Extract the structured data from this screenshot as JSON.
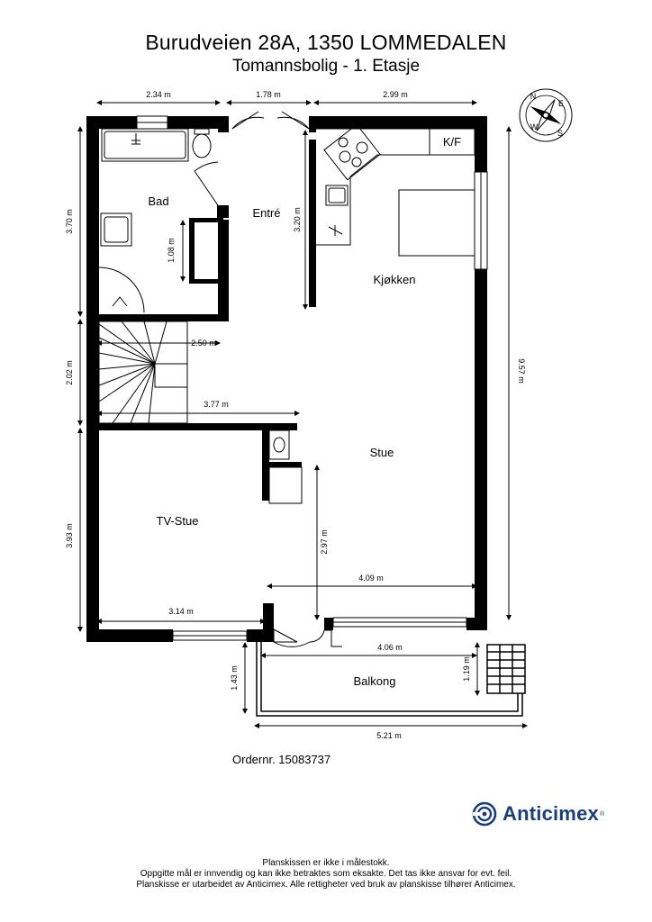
{
  "header": {
    "address": "Burudveien 28A, 1350 LOMMEDALEN",
    "subtitle": "Tomannsbolig  - 1. Etasje"
  },
  "rooms": {
    "bad": "Bad",
    "entre": "Entré",
    "kjokken": "Kjøkken",
    "kf": "K/F",
    "stue": "Stue",
    "tv_stue": "TV-Stue",
    "balkong": "Balkong"
  },
  "dimensions": {
    "top_left": "2.34 m",
    "top_mid": "1.78 m",
    "top_right": "2.99 m",
    "left_top": "3.70 m",
    "left_mid": "2.02 m",
    "left_bottom": "3.93 m",
    "bad_inner": "1.08 m",
    "entre_height": "3.20 m",
    "stair_width": "2.50 m",
    "hall_width": "3.77 m",
    "right_total": "9.57 m",
    "stue_height": "2.97 m",
    "stue_width": "4.09 m",
    "tv_width": "3.14 m",
    "balkong_inner": "4.06 m",
    "balkong_left": "1.43 m",
    "balkong_right": "1.19 m",
    "balkong_total": "5.21 m"
  },
  "compass": {
    "n": "N",
    "s": "S",
    "e": "E",
    "w": "W"
  },
  "order_number": "Ordernr. 15083737",
  "brand": {
    "name": "Anticimex",
    "reg": "®",
    "color": "#1a3d7c"
  },
  "footer": {
    "line1": "Planskissen er ikke i målestokk.",
    "line2": "Oppgitte mål er innvendig og kan ikke betraktes som eksakte. Det tas ikke ansvar for evt. feil.",
    "line3": "Planskisse er utarbeidet av Anticimex. Alle rettigheter ved bruk av planskisse tilhører Anticimex."
  }
}
